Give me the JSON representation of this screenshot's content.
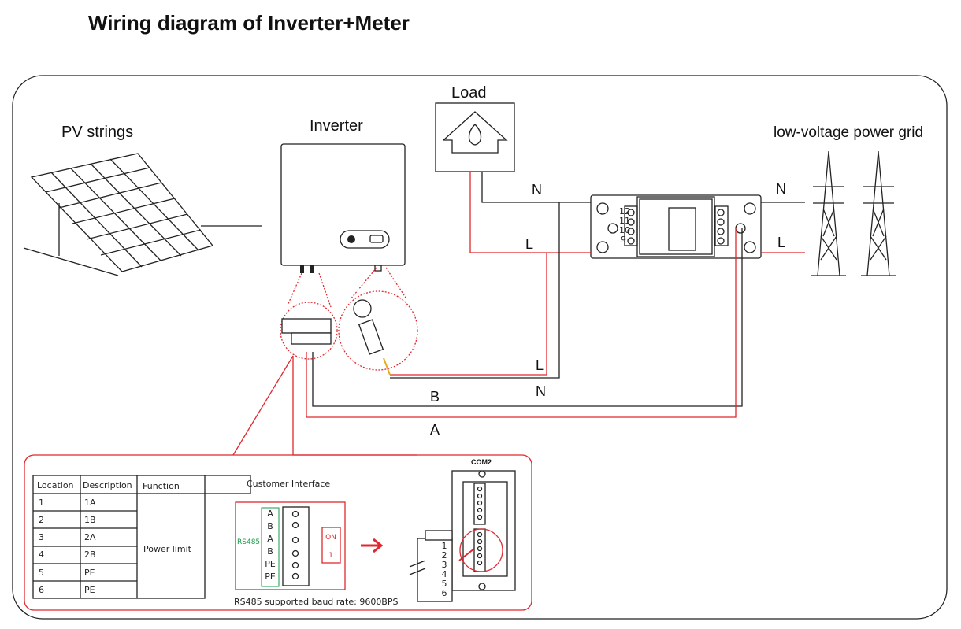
{
  "title": "Wiring diagram of Inverter+Meter",
  "labels": {
    "pv_strings": "PV strings",
    "inverter": "Inverter",
    "load": "Load",
    "grid": "low-voltage power grid",
    "n_load": "N",
    "l_load": "L",
    "n_grid": "N",
    "l_grid": "L",
    "l_comm": "L",
    "n_comm": "N",
    "b_wire": "B",
    "a_wire": "A"
  },
  "meter": {
    "terminals_left": [
      "12",
      "11",
      "10",
      "9"
    ]
  },
  "table": {
    "headers": [
      "Location",
      "Description",
      "Function"
    ],
    "rows": [
      {
        "location": "1",
        "description": "1A"
      },
      {
        "location": "2",
        "description": "1B"
      },
      {
        "location": "3",
        "description": "2A"
      },
      {
        "location": "4",
        "description": "2B"
      },
      {
        "location": "5",
        "description": "PE"
      },
      {
        "location": "6",
        "description": "PE"
      }
    ],
    "function": "Power limit"
  },
  "customer_interface": {
    "title": "Customer Interface",
    "bus_label": "RS485",
    "pins": [
      "A",
      "B",
      "A",
      "B",
      "PE",
      "PE"
    ],
    "switch_on": "ON",
    "switch_pos": "1",
    "baud_note": "RS485 supported baud rate: 9600BPS"
  },
  "com_port": {
    "label": "COM2",
    "connector_pins": [
      "1",
      "2",
      "3",
      "4",
      "5",
      "6"
    ]
  },
  "colors": {
    "accent": "#e0282e",
    "rs485": "#1a9a4a",
    "line": "#222222"
  }
}
